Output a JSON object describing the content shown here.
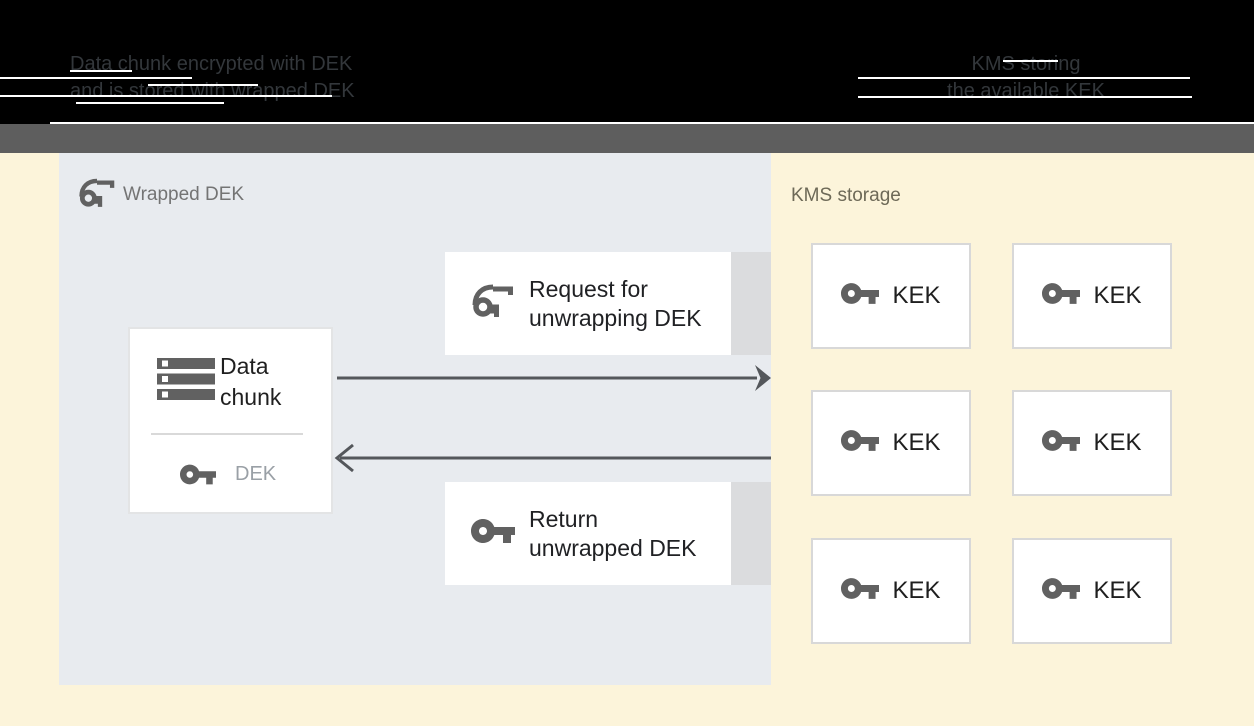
{
  "header": {
    "left_caption_line1": "Data chunk encrypted with DEK",
    "left_caption_line2": "and is stored with wrapped DEK",
    "right_caption_line1": "KMS storing",
    "right_caption_line2": "the available KEK"
  },
  "wrapped_dek_panel": {
    "label": "Wrapped DEK",
    "data_chunk": {
      "label": "Data chunk",
      "key_label": "DEK"
    },
    "request_box_label": "Request for unwrapping DEK",
    "return_box_label": "Return unwrapped DEK"
  },
  "kms_panel": {
    "label": "KMS storage",
    "kek_boxes": [
      {
        "label": "KEK"
      },
      {
        "label": "KEK"
      },
      {
        "label": "KEK"
      },
      {
        "label": "KEK"
      },
      {
        "label": "KEK"
      },
      {
        "label": "KEK"
      }
    ]
  },
  "icons": {
    "wrapped_key": "key-with-wrap-arc",
    "key": "vpn-key-glyph",
    "data_chunk": "stacked-storage-bars"
  },
  "colors": {
    "header_bg": "#000000",
    "header_band": "#5e5e5e",
    "page_bg": "#fcf4da",
    "panel_bg": "#e8ebef",
    "box_bg": "#ffffff",
    "box_shadow_strip": "#dbdcde",
    "icon_gray": "#616161",
    "arrow_gray": "#54575b",
    "text_dark": "#202124",
    "wrapped_dek_label": "#747474",
    "kms_label": "#6d6957",
    "dek_label": "#9aa0a6"
  }
}
